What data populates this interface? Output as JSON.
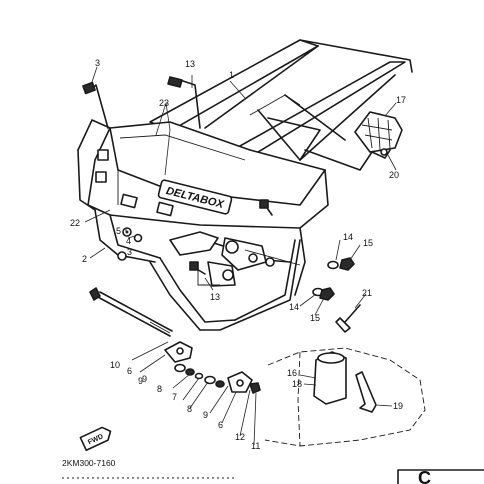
{
  "callouts": [
    "1",
    "2",
    "3",
    "4",
    "5",
    "6",
    "7",
    "8",
    "9",
    "10",
    "11",
    "12",
    "13",
    "14",
    "15",
    "16",
    "17",
    "18",
    "19",
    "20",
    "21",
    "22",
    "23"
  ],
  "frame_decal_text": "DELTABOX",
  "fwd_label": "FWD",
  "diagram_code": "2KM300-7160",
  "corner_tab_text": "C"
}
